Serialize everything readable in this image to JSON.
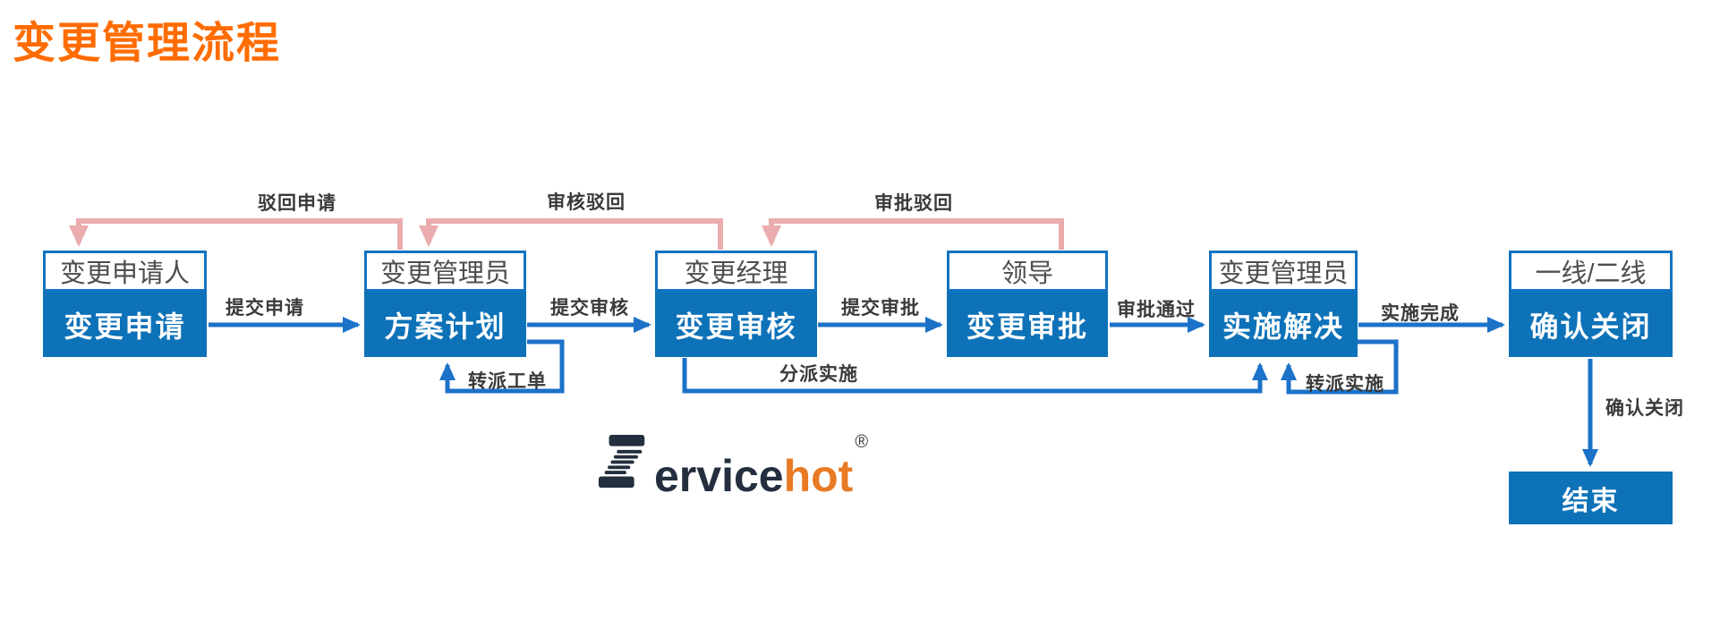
{
  "page": {
    "title": "变更管理流程"
  },
  "colors": {
    "title_orange": "#ff6c00",
    "node_fill_blue": "#0e72b8",
    "node_border_blue": "#1274c2",
    "node_role_text": "#4d4d4d",
    "node_step_text": "#ffffff",
    "flow_arrow_blue": "#1b72c8",
    "return_arrow_pink": "#ebacad",
    "edge_label_text": "#3a3a3a",
    "logo_dark": "#232f3e",
    "logo_orange": "#e87a24"
  },
  "diagram": {
    "nodes": {
      "applicant": {
        "role": "变更申请人",
        "step": "变更申请"
      },
      "planner": {
        "role": "变更管理员",
        "step": "方案计划"
      },
      "manager": {
        "role": "变更经理",
        "step": "变更审核"
      },
      "leader": {
        "role": "领导",
        "step": "变更审批"
      },
      "implementer": {
        "role": "变更管理员",
        "step": "实施解决"
      },
      "confirmer": {
        "role": "一线/二线",
        "step": "确认关闭"
      },
      "end": {
        "step": "结束"
      }
    },
    "edges": {
      "submit_request": "提交申请",
      "submit_review": "提交审核",
      "submit_approval": "提交审批",
      "approval_passed": "审批通过",
      "implement_done": "实施完成",
      "reject_request": "驳回申请",
      "review_reject": "审核驳回",
      "approval_reject": "审批驳回",
      "transfer_ticket": "转派工单",
      "dispatch_implement": "分派实施",
      "transfer_implement": "转派实施",
      "confirm_close": "确认关闭"
    }
  },
  "logo": {
    "brand": "Servicehot",
    "part_dark": "ervice",
    "part_orange": "hot",
    "registered": "®"
  }
}
